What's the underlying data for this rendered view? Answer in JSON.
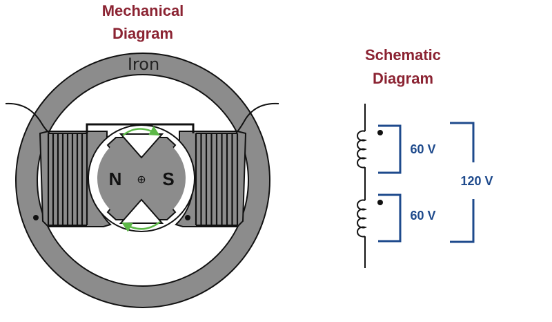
{
  "mechanical": {
    "title_line1": "Mechanical",
    "title_line2": "Diagram",
    "core_label": "Iron",
    "rotor_north": "N",
    "rotor_south": "S",
    "shaft_symbol": "⊕"
  },
  "schematic": {
    "title_line1": "Schematic",
    "title_line2": "Diagram",
    "top_winding_voltage": "60 V",
    "bottom_winding_voltage": "60 V",
    "total_voltage": "120 V"
  },
  "colors": {
    "title": "#8b2332",
    "iron": "#8c8c8c",
    "voltage": "#1e4a8c",
    "rotation_arrow": "#5cb847",
    "winding": "#111111"
  },
  "icons": {
    "rotation": "curved-arrow-icon",
    "polarity_dot": "dot-icon",
    "winding": "coil-icon"
  }
}
